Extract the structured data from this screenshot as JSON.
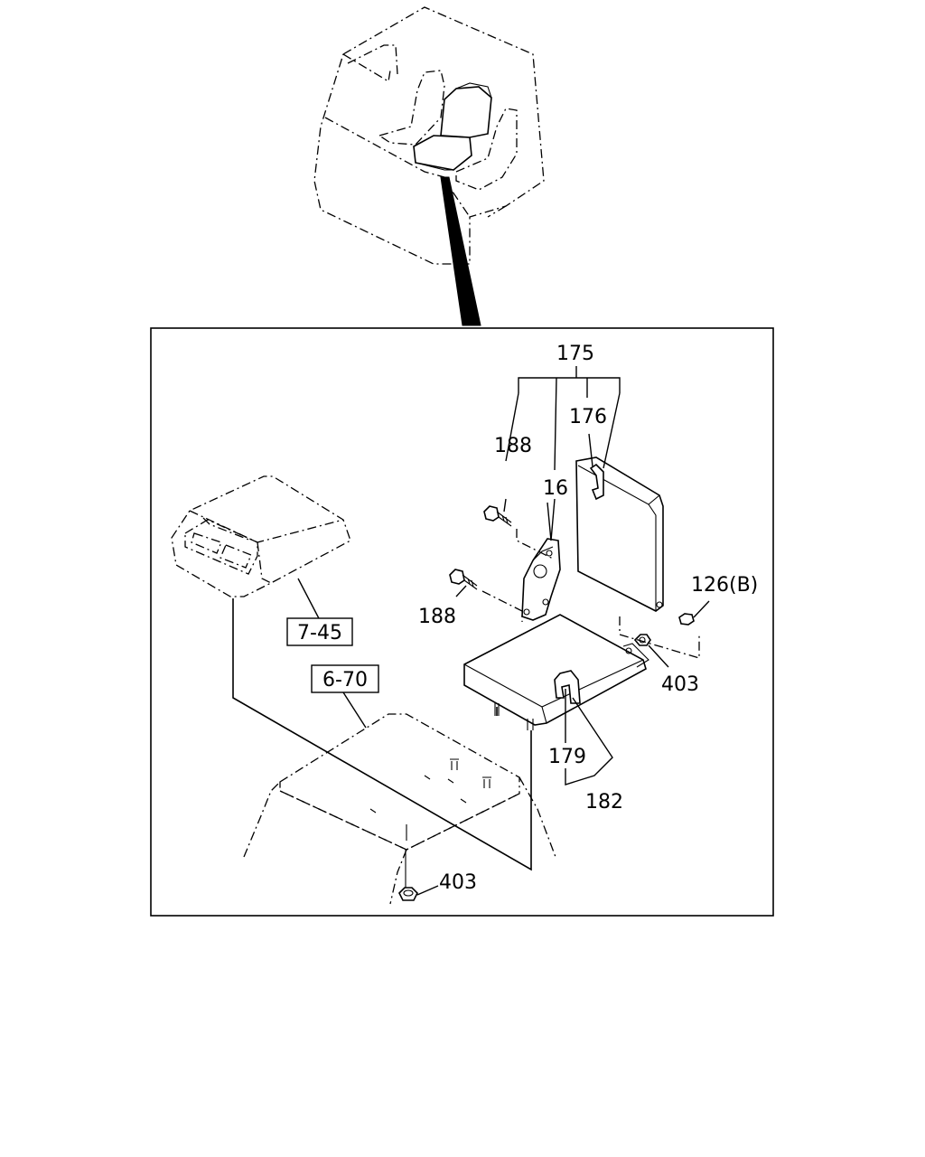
{
  "callouts": {
    "c175": "175",
    "c176": "176",
    "c188_top": "188",
    "c16": "16",
    "c188_bottom": "188",
    "c126b": "126(B)",
    "c403_right": "403",
    "c179": "179",
    "c182": "182",
    "c403_bottom": "403"
  },
  "references": {
    "r7_45": "7-45",
    "r6_70": "6-70"
  }
}
